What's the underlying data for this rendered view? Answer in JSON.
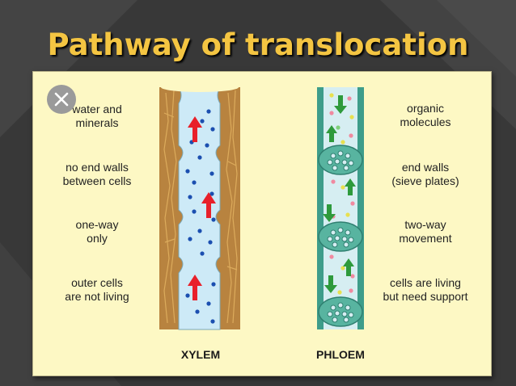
{
  "slide": {
    "title": "Pathway of translocation"
  },
  "left_labels": [
    {
      "line1": "water and",
      "line2": "minerals"
    },
    {
      "line1": "no end walls",
      "line2": "between cells"
    },
    {
      "line1": "one-way",
      "line2": "only"
    },
    {
      "line1": "outer cells",
      "line2": "are not living"
    }
  ],
  "right_labels": [
    {
      "line1": "organic",
      "line2": "molecules"
    },
    {
      "line1": "end walls",
      "line2": "(sieve plates)"
    },
    {
      "line1": "two-way",
      "line2": "movement"
    },
    {
      "line1": "cells are living",
      "line2": "but need support"
    }
  ],
  "captions": {
    "xylem": "XYLEM",
    "phloem": "PHLOEM"
  },
  "colors": {
    "background": "#3a3a3a",
    "title": "#f4c542",
    "panel": "#fdf8c4",
    "xylem_wall": "#b8833f",
    "xylem_lumen": "#cdeaf7",
    "phloem_wall": "#3e9d8a",
    "phloem_lumen": "#d6eef2",
    "arrow_up_xylem": "#e8202a",
    "arrow_phloem": "#2e9a3c",
    "water_dot": "#1b4fb0"
  },
  "icons": {
    "close": "close-icon"
  }
}
